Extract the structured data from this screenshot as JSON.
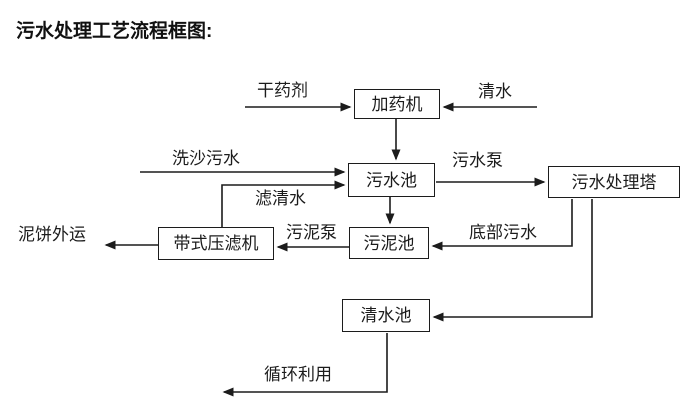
{
  "title": "污水处理工艺流程框图:",
  "nodes": {
    "dosing_machine": "加药机",
    "sewage_pool": "污水池",
    "treatment_tower": "污水处理塔",
    "belt_filter_press": "带式压滤机",
    "sludge_pool": "污泥池",
    "clean_water_pool": "清水池"
  },
  "flows": {
    "dry_chemical": "干药剂",
    "clean_water": "清水",
    "sand_washing_sewage": "洗沙污水",
    "filtered_water": "滤清水",
    "sewage_pump": "污水泵",
    "sludge_pump": "污泥泵",
    "bottom_sewage": "底部污水",
    "mud_cake_outbound": "泥饼外运",
    "recycling": "循环利用"
  },
  "edges": [
    {
      "label": "干药剂",
      "to": "加药机"
    },
    {
      "label": "清水",
      "to": "加药机"
    },
    {
      "from": "加药机",
      "to": "污水池"
    },
    {
      "label": "洗沙污水",
      "to": "污水池"
    },
    {
      "from": "带式压滤机",
      "label": "滤清水",
      "to": "污水池"
    },
    {
      "from": "污水池",
      "label": "污水泵",
      "to": "污水处理塔"
    },
    {
      "from": "污水池",
      "to": "污泥池"
    },
    {
      "from": "污水处理塔",
      "label": "底部污水",
      "to": "污泥池"
    },
    {
      "from": "污泥池",
      "label": "污泥泵",
      "to": "带式压滤机"
    },
    {
      "from": "带式压滤机",
      "label": "泥饼外运"
    },
    {
      "from": "污水处理塔",
      "to": "清水池"
    },
    {
      "from": "清水池",
      "label": "循环利用"
    }
  ],
  "colors": {
    "line": "#1c1c1c",
    "background": "#ffffff"
  }
}
